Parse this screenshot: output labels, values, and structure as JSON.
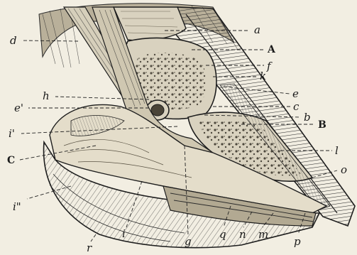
{
  "colors": {
    "paper": "#f2eee2",
    "ink": "#1d1d1d",
    "bone": "#d9d2bf",
    "bone_dark": "#8e8570",
    "tissue": "#c9c0aa",
    "hoof": "#5b554a",
    "cushion": "#e4ddca"
  },
  "labels": {
    "a": "a",
    "A": "A",
    "f": "f",
    "k": "k",
    "e": "e",
    "c": "c",
    "b": "b",
    "B": "B",
    "l": "l",
    "o": "o",
    "p": "p",
    "m": "m",
    "n": "n",
    "q": "q",
    "g": "g",
    "i": "i",
    "r": "r",
    "i2": "i\"",
    "C": "C",
    "i1": "i'",
    "e1": "e'",
    "h": "h",
    "d": "d"
  }
}
